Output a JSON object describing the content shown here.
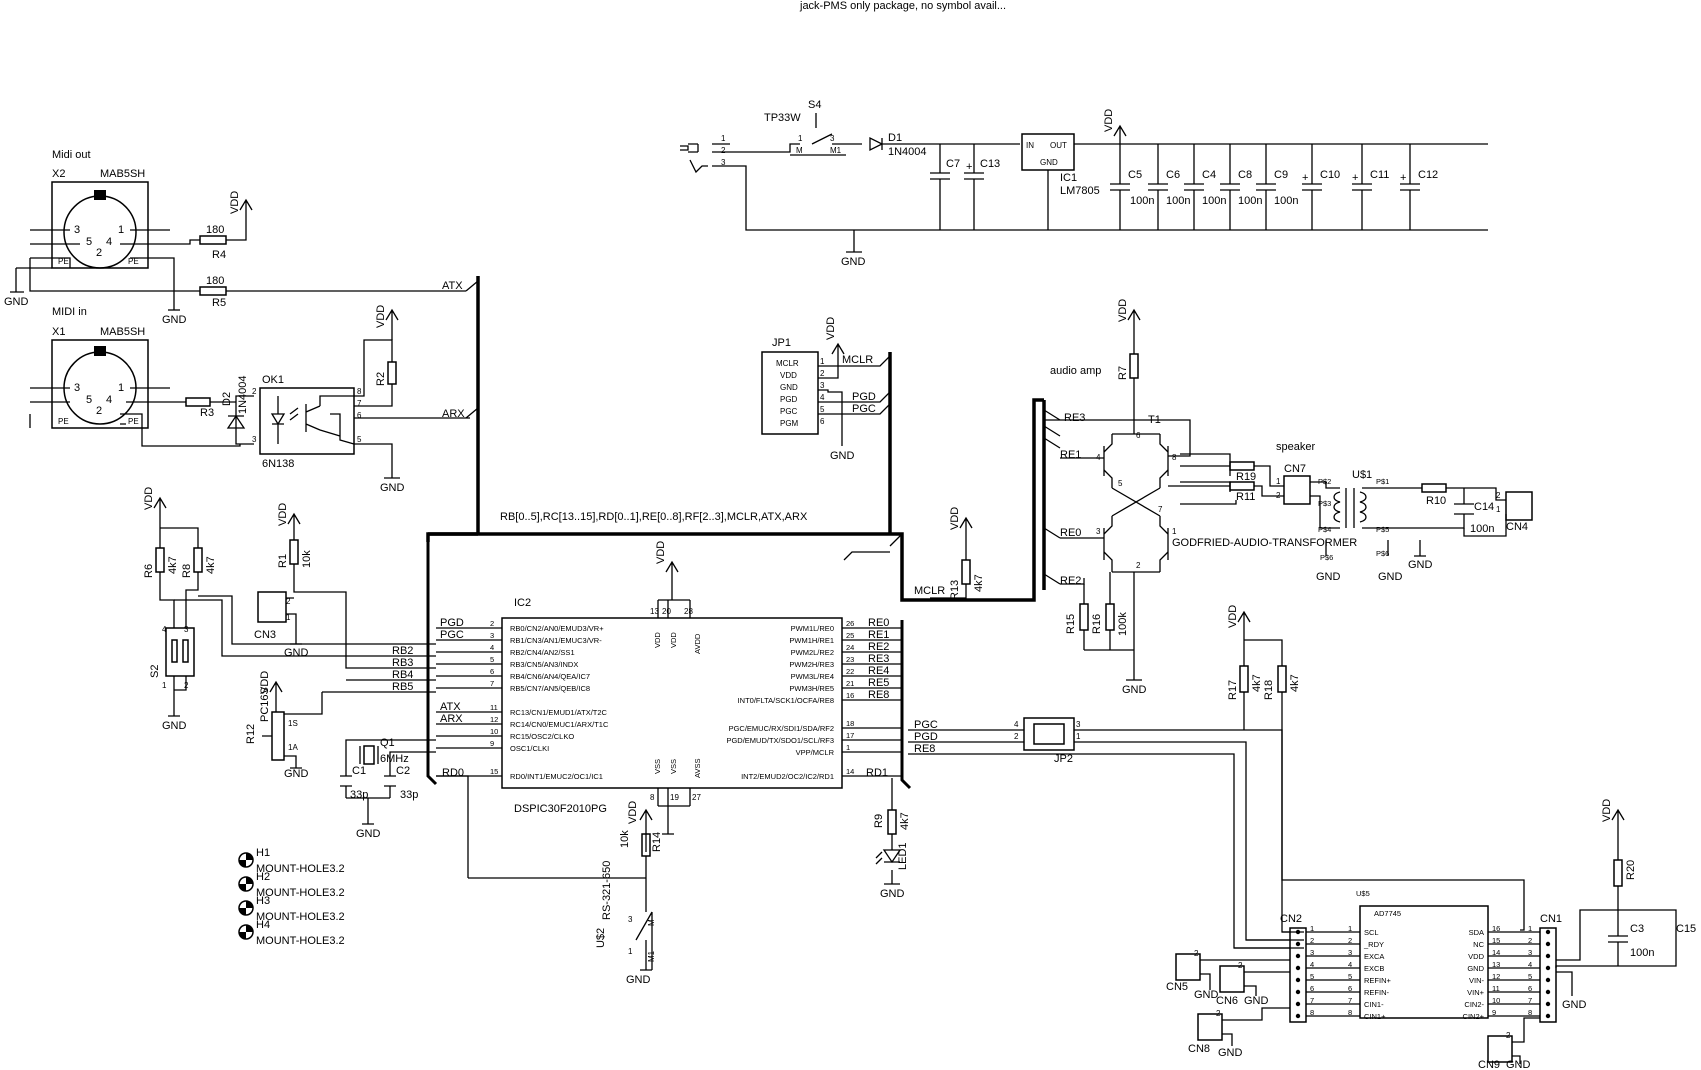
{
  "top_note": "jack-PMS only package, no symbol avail...",
  "power": {
    "vdd": "VDD",
    "gnd": "GND"
  },
  "midi_out": {
    "title": "Midi out",
    "ref": "X2",
    "part": "MAB5SH",
    "pins": [
      "3",
      "1",
      "5",
      "4",
      "2"
    ],
    "pe": "PE",
    "r4": "R4",
    "r4_val": "180",
    "r5": "R5",
    "r5_val": "180"
  },
  "midi_in": {
    "title": "MIDI in",
    "ref": "X1",
    "part": "MAB5SH",
    "pins": [
      "3",
      "1",
      "5",
      "4",
      "2"
    ],
    "pe": "PE",
    "r3": "R3",
    "d2": "D2",
    "d2_part": "1N4004",
    "r2": "R2"
  },
  "optocoupler": {
    "ref": "OK1",
    "part": "6N138",
    "pins": [
      "2",
      "3",
      "8",
      "7",
      "6",
      "5"
    ]
  },
  "net_labels": {
    "atx": "ATX",
    "arx": "ARX",
    "mclr": "MCLR",
    "pgd": "PGD",
    "pgc": "PGC",
    "re0": "RE0",
    "re1": "RE1",
    "re2": "RE2",
    "re3": "RE3",
    "re8": "RE8",
    "rd0": "RD0",
    "rd1": "RD1",
    "rb2": "RB2",
    "rb3": "RB3",
    "rb4": "RB4",
    "rb5": "RB5",
    "bus": "RB[0..5],RC[13..15],RD[0..1],RE[0..8],RF[2..3],MCLR,ATX,ARX"
  },
  "power_supply": {
    "s4": "S4",
    "s4_part": "TP33W",
    "s4_pins": [
      "1",
      "M",
      "3",
      "M1"
    ],
    "jack_pins": [
      "1",
      "2",
      "3"
    ],
    "d1": "D1",
    "d1_part": "1N4004",
    "c7": "C7",
    "c13": "C13",
    "ic1": "IC1",
    "ic1_part": "LM7805",
    "ic1_in": "IN",
    "ic1_out": "OUT",
    "ic1_gnd": "GND",
    "caps": [
      "C5",
      "C6",
      "C4",
      "C8",
      "C9",
      "C10",
      "C11",
      "C12"
    ],
    "cap_vals": [
      "100n",
      "100n",
      "100n",
      "100n",
      "100n"
    ]
  },
  "jp1": {
    "ref": "JP1",
    "rows": [
      "MCLR",
      "VDD",
      "GND",
      "PGD",
      "PGC",
      "PGM"
    ],
    "nums": [
      "1",
      "2",
      "3",
      "4",
      "5",
      "6"
    ]
  },
  "mcu": {
    "ref": "IC2",
    "part": "DSPIC30F2010",
    "part_suffix": "PG",
    "left_pins": [
      {
        "net": "PGD",
        "name": "RB0/CN2/AN0/EMUD3/VR+",
        "num": "2"
      },
      {
        "net": "PGC",
        "name": "RB1/CN3/AN1/EMUC3/VR-",
        "num": "3"
      },
      {
        "net": "RB2",
        "name": "RB2/CN4/AN2/SS1",
        "num": "4"
      },
      {
        "net": "RB3",
        "name": "RB3/CN5/AN3/INDX",
        "num": "5"
      },
      {
        "net": "RB4",
        "name": "RB4/CN6/AN4/QEA/IC7",
        "num": "6"
      },
      {
        "net": "RB5",
        "name": "RB5/CN7/AN5/QEB/IC8",
        "num": "7"
      },
      {
        "net": "ATX",
        "name": "RC13/CN1/EMUD1/ATX/T2C",
        "num": "11"
      },
      {
        "net": "ARX",
        "name": "RC14/CN0/EMUC1/ARX/T1C",
        "num": "12"
      },
      {
        "net": "",
        "name": "RC15/OSC2/CLKO",
        "num": "10"
      },
      {
        "net": "",
        "name": "OSC1/CLKI",
        "num": "9"
      },
      {
        "net": "RD0",
        "name": "RD0/INT1/EMUC2/OC1/IC1",
        "num": "15"
      }
    ],
    "right_pins": [
      {
        "net": "RE0",
        "name": "PWM1L/RE0",
        "num": "26"
      },
      {
        "net": "RE1",
        "name": "PWM1H/RE1",
        "num": "25"
      },
      {
        "net": "RE2",
        "name": "PWM2L/RE2",
        "num": "24"
      },
      {
        "net": "RE3",
        "name": "PWM2H/RE3",
        "num": "23"
      },
      {
        "net": "RE4",
        "name": "PWM3L/RE4",
        "num": "22"
      },
      {
        "net": "RE5",
        "name": "PWM3H/RE5",
        "num": "21"
      },
      {
        "net": "RE8",
        "name": "INT0/FLTA/SCK1/OCFA/RE8",
        "num": "16"
      },
      {
        "net": "PGC",
        "name": "PGC/EMUC/RX/SDI1/SDA/RF2",
        "num": "18"
      },
      {
        "net": "PGD",
        "name": "PGD/EMUD/TX/SDO1/SCL/RF3",
        "num": "17"
      },
      {
        "net": "MCLR",
        "name": "VPP/MCLR",
        "num": "1"
      },
      {
        "net": "RD1",
        "name": "INT2/EMUD2/OC2/IC2/RD1",
        "num": "14"
      }
    ],
    "top_pins": [
      "13",
      "20",
      "28"
    ],
    "top_names": [
      "VDD",
      "VDD",
      "AVDD"
    ],
    "bottom_pins": [
      "8",
      "19",
      "27"
    ],
    "bottom_names": [
      "VSS",
      "VSS",
      "AVSS"
    ]
  },
  "misc": {
    "r6": "R6",
    "r6_val": "4k7",
    "r8": "R8",
    "r8_val": "4k7",
    "r1": "R1",
    "r1_val": "10k",
    "cn3": "CN3",
    "s2": "S2",
    "s2_pins": [
      "4",
      "3",
      "1",
      "2"
    ],
    "r12": "R12",
    "r12_part": "PC16S",
    "r12_pins": [
      "1S",
      "1A"
    ],
    "q1": "Q1",
    "q1_val": "6MHz",
    "c1": "C1",
    "c1_val": "33p",
    "c2": "C2",
    "c2_val": "33p",
    "r13": "R13",
    "r13_val": "4k7",
    "r9": "R9",
    "r9_val": "4k7",
    "led1": "LED1",
    "r14": "R14",
    "r14_val": "10k",
    "u2": "U$2",
    "u2_part": "RS-321-650",
    "u2_pins": [
      "3",
      "M",
      "1",
      "M1"
    ],
    "holes": [
      "H1",
      "H2",
      "H3",
      "H4"
    ],
    "hole_part": "MOUNT-HOLE3.2"
  },
  "audio": {
    "title": "audio amp",
    "t1": "T1",
    "r7": "R7",
    "r19": "R19",
    "r11": "R11",
    "r15": "R15",
    "r16": "R16",
    "r16_val": "100k",
    "r10": "R10",
    "speaker": "speaker",
    "cn7": "CN7",
    "u1": "U$1",
    "u1_part": "GODFRIED-AUDIO-TRANSFORMER",
    "u1_pins": [
      "P$2",
      "P$1",
      "P$3",
      "P$4",
      "P$5",
      "P$6"
    ],
    "c14": "C14",
    "c14_val": "100n",
    "cn4": "CN4",
    "t1_pins": [
      "6",
      "4",
      "8",
      "5",
      "7",
      "3",
      "1",
      "2"
    ]
  },
  "sensor": {
    "jp2": "JP2",
    "jp2_pins": [
      "4",
      "3",
      "2",
      "1"
    ],
    "r17": "R17",
    "r17_val": "4k7",
    "r18": "R18",
    "r18_val": "4k7",
    "u5": "U$5",
    "chip": "AD7745",
    "left_names": [
      "SCL",
      "_RDY",
      "EXCA",
      "EXCB",
      "REFIN+",
      "REFIN-",
      "CIN1-",
      "CIN1+"
    ],
    "left_nums": [
      "1",
      "2",
      "3",
      "4",
      "5",
      "6",
      "7",
      "8"
    ],
    "right_names": [
      "SDA",
      "NC",
      "VDD",
      "GND",
      "VIN-",
      "VIN+",
      "CIN2-",
      "CIN2+"
    ],
    "right_nums": [
      "16",
      "15",
      "14",
      "13",
      "12",
      "11",
      "10",
      "9"
    ],
    "cn1": "CN1",
    "cn2": "CN2",
    "cn5": "CN5",
    "cn6": "CN6",
    "cn8": "CN8",
    "cn9": "CN9",
    "r20": "R20",
    "c3": "C3",
    "c3_val": "100n",
    "c15": "C15"
  }
}
